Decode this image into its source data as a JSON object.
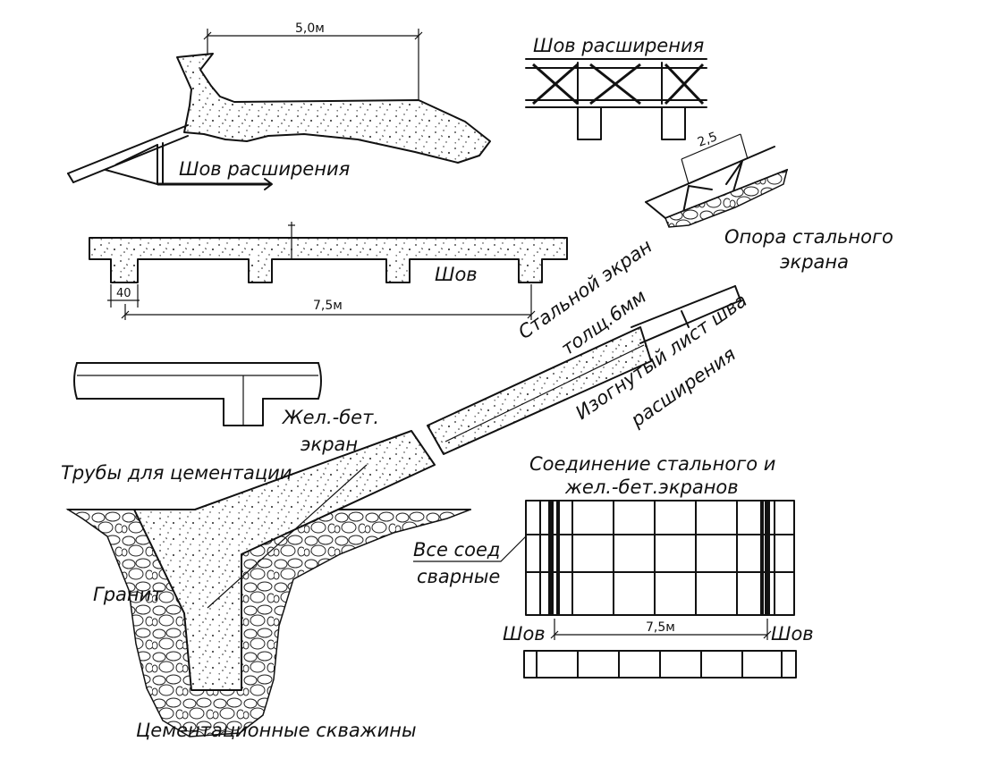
{
  "labels": {
    "dim_5m": "5,0м",
    "joint_top": "Шов расширения",
    "joint_left": "Шов расширения",
    "dim_25": "2,5",
    "steel_support_1": "Опора стального",
    "steel_support_2": "экрана",
    "seam": "Шов",
    "dim_40": "40",
    "dim_75_top": "7,5м",
    "steel_screen_1": "Стальной экран",
    "steel_screen_2": "толщ.6мм",
    "bent_sheet_1": "Изогнутый лист шва",
    "bent_sheet_2": "расширения",
    "rc_screen_1": "Жел.-бет.",
    "rc_screen_2": "экран",
    "grout_pipes": "Трубы для цементации",
    "connection_1": "Соединение стального и",
    "connection_2": "жел.-бет.экранов",
    "welded_1": "Все соед",
    "welded_2": "сварные",
    "granite": "Гранит",
    "seam_left": "Шов",
    "seam_right": "Шов",
    "dim_75_bottom": "7,5м",
    "grout_holes": "Цементационные скважины"
  }
}
